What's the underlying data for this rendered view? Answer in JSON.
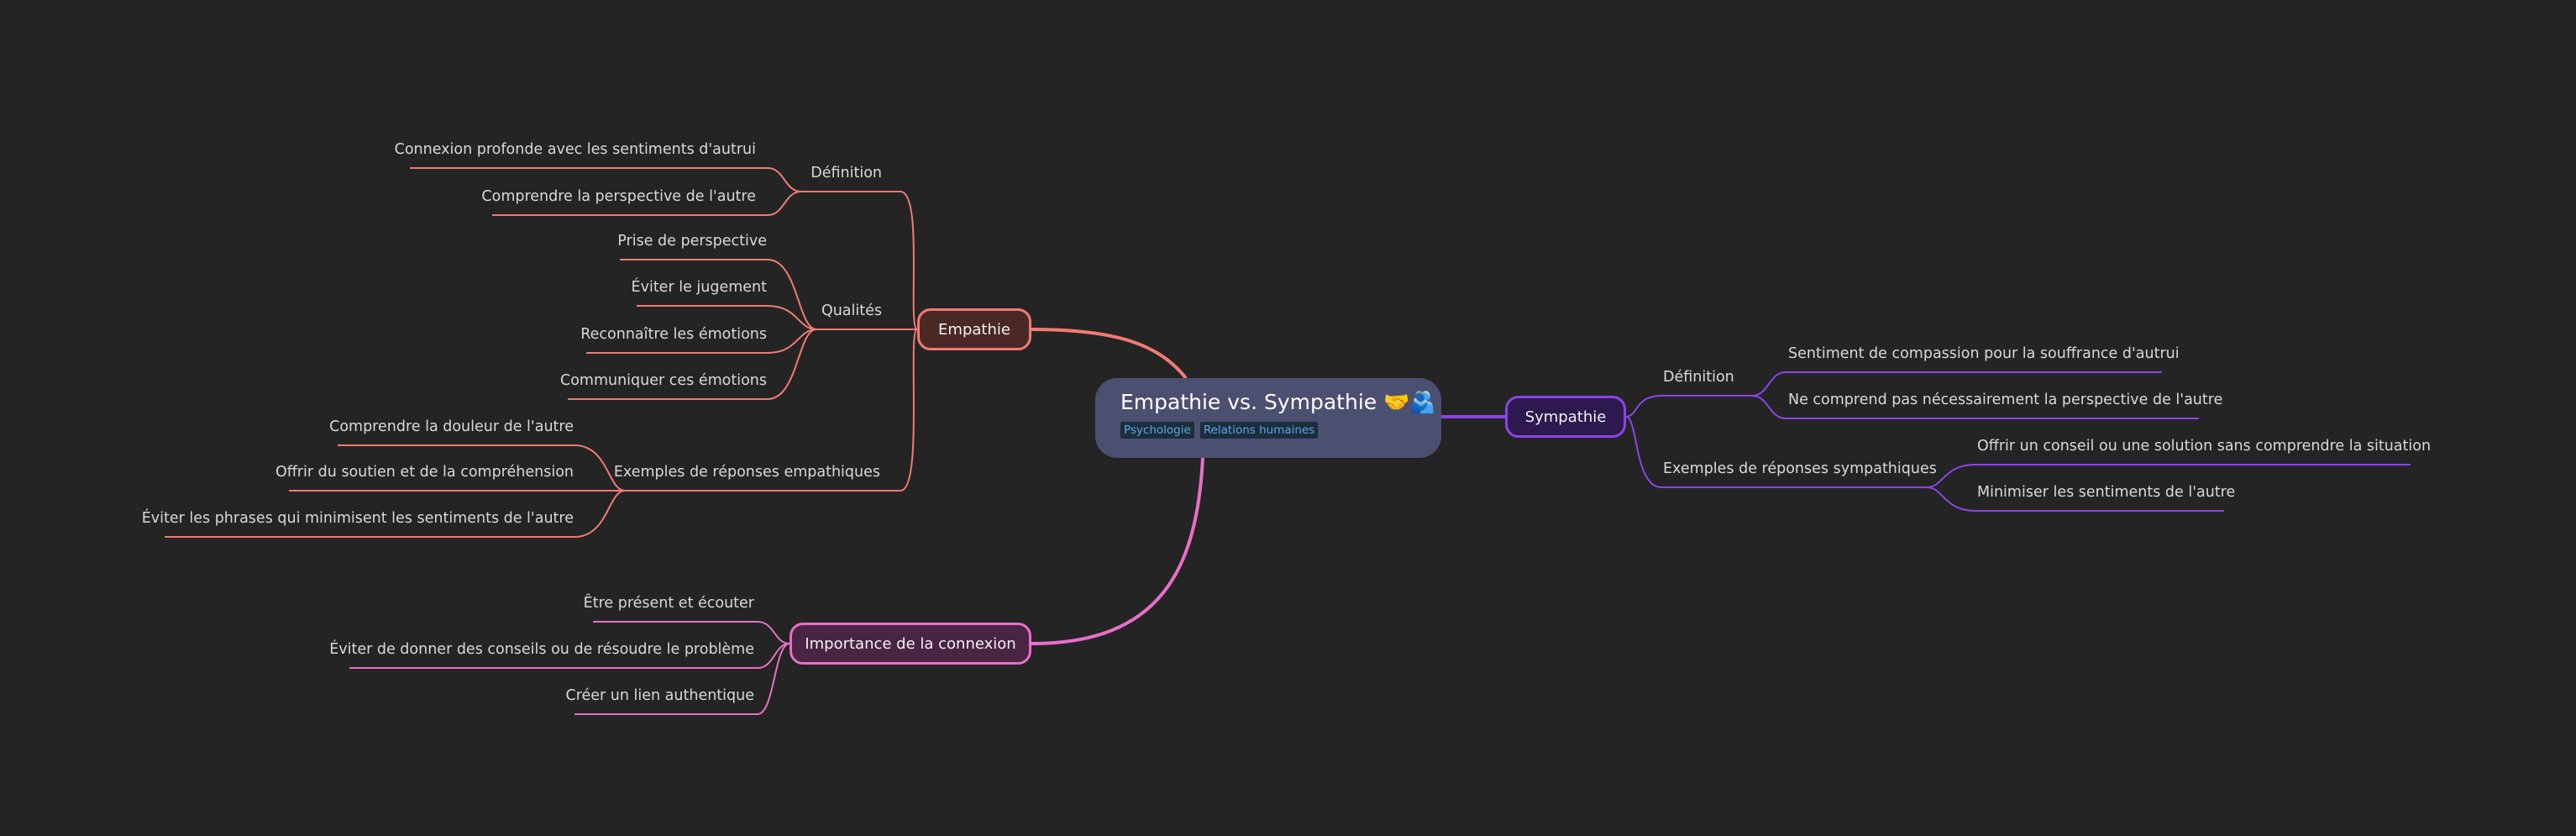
{
  "root": {
    "title": "Empathie vs. Sympathie 🤝🫂",
    "tags": [
      "Psychologie",
      "Relations humaines"
    ]
  },
  "branches": {
    "empathie": {
      "label": "Empathie",
      "color": "#f07b73",
      "definition": {
        "label": "Définition",
        "items": [
          "Connexion profonde avec les sentiments d'autrui",
          "Comprendre la perspective de l'autre"
        ]
      },
      "qualites": {
        "label": "Qualités",
        "items": [
          "Prise de perspective",
          "Éviter le jugement",
          "Reconnaître les émotions",
          "Communiquer ces émotions"
        ]
      },
      "exemples": {
        "label": "Exemples de réponses empathiques",
        "items": [
          "Comprendre la douleur de l'autre",
          "Offrir du soutien et de la compréhension",
          "Éviter les phrases qui minimisent les sentiments de l'autre"
        ]
      }
    },
    "importance": {
      "label": "Importance de la connexion",
      "color": "#e86fc9",
      "items": [
        "Être présent et écouter",
        "Éviter de donner des conseils ou de résoudre le problème",
        "Créer un lien authentique"
      ]
    },
    "sympathie": {
      "label": "Sympathie",
      "color": "#8a45e6",
      "definition": {
        "label": "Définition",
        "items": [
          "Sentiment de compassion pour la souffrance d'autrui",
          "Ne comprend pas nécessairement la perspective de l'autre"
        ]
      },
      "exemples": {
        "label": "Exemples de réponses sympathiques",
        "items": [
          "Offrir un conseil ou une solution sans comprendre la situation",
          "Minimiser les sentiments de l'autre"
        ]
      }
    }
  }
}
